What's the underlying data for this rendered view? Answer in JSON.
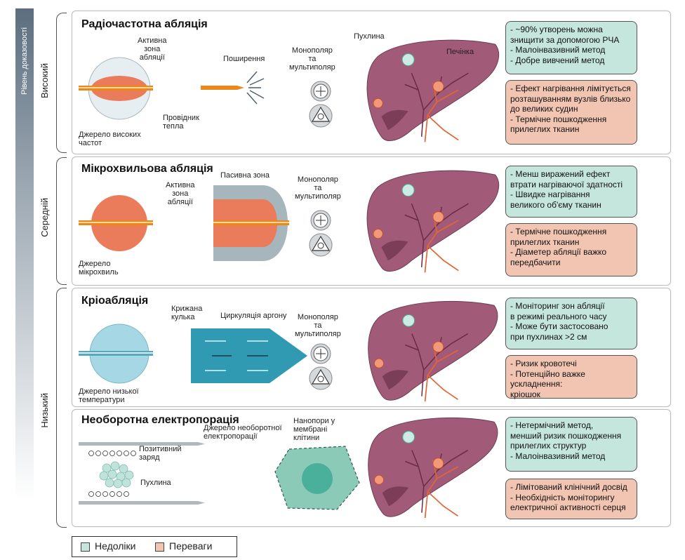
{
  "evidence_axis": {
    "title": "Рівень доказовості",
    "levels": [
      "Високий",
      "Середній",
      "Низький"
    ]
  },
  "panels": [
    {
      "title": "Радіочастотна абляція",
      "labels": {
        "active_zone": "Активна\nзона\nабляції",
        "spread": "Поширення",
        "mono_bipolar": "Монополяр\nта\nмультиполяр",
        "heat_conductor": "Провідник\nтепла",
        "source": "Джерело високих\nчастот",
        "tumor": "Пухлина",
        "liver": "Печінка"
      },
      "teal_box": [
        "- ~90% утворень можна\n  знищити за допомогою РЧА",
        "- Малоінвазивний метод",
        "- Добре вивчений метод"
      ],
      "pink_box": [
        "- Ефект нагрівання лімітується\nрозташуванням вузлів близько\nдо великих судин",
        "- Термічне пошкодження\nприлеглих тканин"
      ]
    },
    {
      "title": "Мікрохвильова абляція",
      "labels": {
        "active_zone": "Активна\nзона\nабляції",
        "passive_zone": "Пасивна зона",
        "mono_bipolar": "Монополяр\nта\nмультиполяр",
        "source": "Джерело\nмікрохвиль"
      },
      "teal_box": [
        "- Менш виражений ефект\nвтрати нагріваючої здатності",
        "- Швидке нагрівання\nвеликого об'єму тканин"
      ],
      "pink_box": [
        "- Термічне пошкодження\n  прилеглих тканин",
        "- Діаметер абляції важко\n  передбачити"
      ]
    },
    {
      "title": "Кріоабляція",
      "labels": {
        "ice_ball": "Крижана\nкулька",
        "argon": "Циркуляція аргону",
        "mono_bipolar": "Монополяр\nта\nмультиполяр",
        "source": "Джерело низької\nтемператури"
      },
      "teal_box": [
        "- Моніторинг зон абляції\n  в режимі реального часу",
        "- Може бути застосовано\n  при пухлинах >2 см"
      ],
      "pink_box": [
        "- Ризик кровотечі",
        "- Потенційно важке ускладнення:\nкріошок"
      ]
    },
    {
      "title": "Необоротна електропорація",
      "labels": {
        "irreversible_source": "Джерело необоротної\nелектропорації",
        "positive_charge": "Позитивний\nзаряд",
        "tumor": "Пухлина",
        "nanopores": "Нанопори у\nмембрані\nклітини"
      },
      "teal_box": [
        "- Нетермічний метод,\n  менший ризик пошкодження\n  прилеглих структур",
        "- Малоінвазивний метод"
      ],
      "pink_box": [
        "- Лімітований клінічний досвід",
        "- Необхідність моніторингу\nелектричної активності серця"
      ]
    }
  ],
  "legend": {
    "items": [
      {
        "label": "Недоліки",
        "color": "#c5e6dc"
      },
      {
        "label": "Переваги",
        "color": "#f2c5b2"
      }
    ]
  }
}
